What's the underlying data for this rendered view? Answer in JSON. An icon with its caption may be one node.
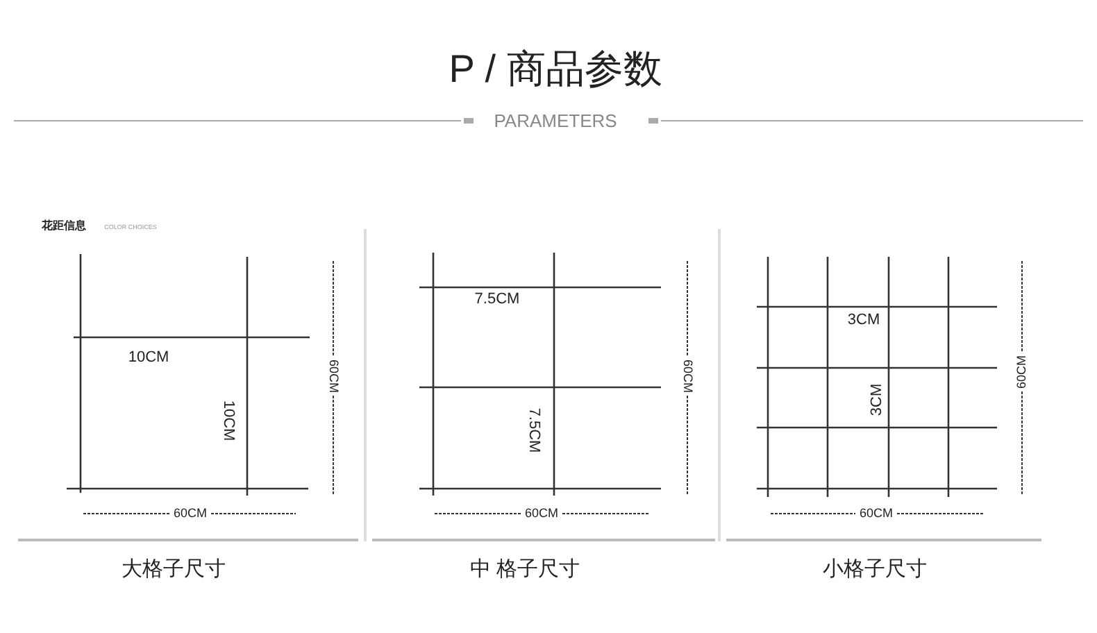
{
  "diagram": {
    "title": "P / 商品参数",
    "labels": [
      "PARAMETERS",
      "花距信息",
      "COLOR CHOICES",
      "10CM",
      "10CM",
      "60CM",
      "60CM",
      "大格子尺寸",
      "7.5CM",
      "7.5CM",
      "60CM",
      "60CM",
      "中 格子尺寸",
      "3CM",
      "3CM",
      "60CM",
      "60CM",
      "小格子尺寸"
    ]
  }
}
